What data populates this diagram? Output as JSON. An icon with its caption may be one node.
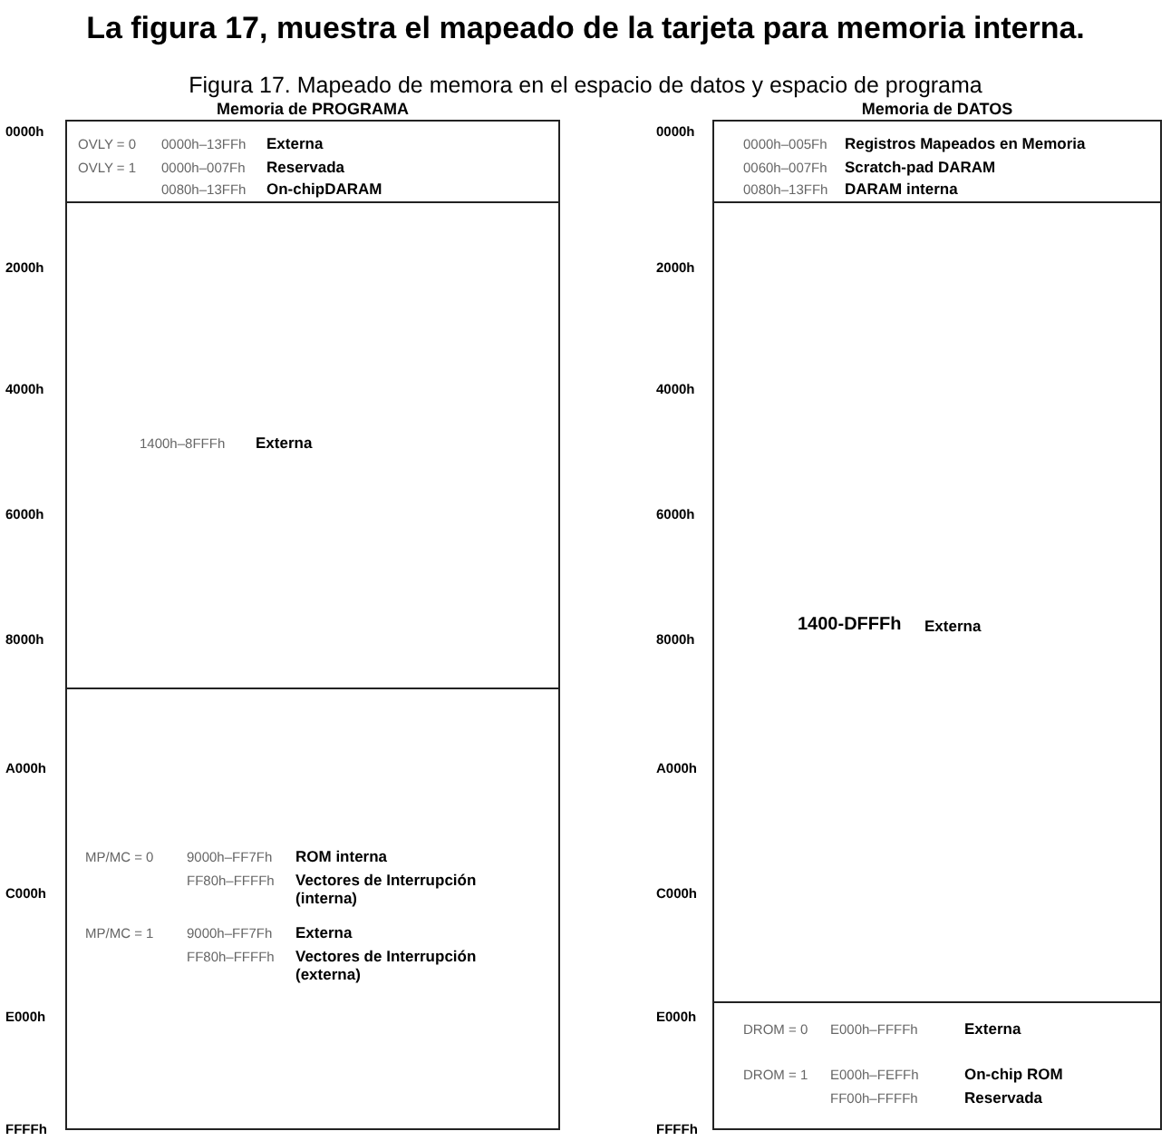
{
  "diagram": {
    "title": "La figura 17, muestra el mapeado de la tarjeta para memoria interna.",
    "caption": "Figura 17. Mapeado de memora en el espacio de datos y espacio de programa",
    "nodes": [
      {
        "text": [
          "OVLY = 0",
          "0000h–13FFh",
          "Externa",
          "OVLY = 1",
          "0000h–007Fh",
          "Reservada",
          "0080h–13FFh",
          "On-chipDARAM"
        ]
      },
      {
        "text": [
          "1400h–8FFFh",
          "Externa"
        ]
      },
      {
        "text": [
          "MP/MC = 0",
          "9000h–FF7Fh",
          "ROM interna",
          "FF80h–FFFFh",
          "Vectores de Interrupción (interna)",
          "MP/MC = 1",
          "9000h–FF7Fh",
          "Externa",
          "FF80h–FFFFh",
          "Vectores de Interrupción (externa)"
        ]
      },
      {
        "text": [
          "0000h–005Fh",
          "Registros Mapeados en Memoria",
          "0060h–007Fh",
          "Scratch-pad DARAM",
          "0080h–13FFh",
          "DARAM interna"
        ]
      },
      {
        "text": [
          "1400-DFFFh",
          "Externa"
        ]
      },
      {
        "text": [
          "DROM = 0",
          "E000h–FFFFh",
          "Externa",
          "DROM = 1",
          "E000h–FEFFh",
          "On-chip ROM",
          "FF00h–FFFFh",
          "Reservada"
        ]
      }
    ],
    "labels": [
      "Memoria de PROGRAMA",
      "Memoria de DATOS",
      "0000h",
      "2000h",
      "4000h",
      "6000h",
      "8000h",
      "A000h",
      "C000h",
      "E000h",
      "FFFFh",
      "0000h",
      "2000h",
      "4000h",
      "6000h",
      "8000h",
      "A000h",
      "C000h",
      "E000h",
      "FFFFh"
    ]
  }
}
